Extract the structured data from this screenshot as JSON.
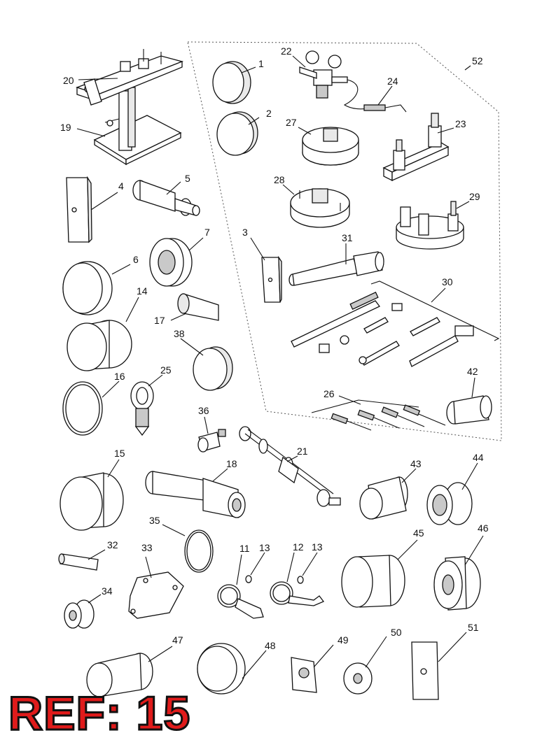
{
  "callouts": {
    "c1": "1",
    "c2": "2",
    "c3": "3",
    "c4": "4",
    "c5": "5",
    "c6": "6",
    "c7": "7",
    "c11": "11",
    "c12": "12",
    "c13a": "13",
    "c13b": "13",
    "c14": "14",
    "c15": "15",
    "c16": "16",
    "c17": "17",
    "c18": "18",
    "c19": "19",
    "c20": "20",
    "c21": "21",
    "c22": "22",
    "c23": "23",
    "c24": "24",
    "c25": "25",
    "c26": "26",
    "c27": "27",
    "c28": "28",
    "c29": "29",
    "c30": "30",
    "c31": "31",
    "c32": "32",
    "c33": "33",
    "c34": "34",
    "c35": "35",
    "c36": "36",
    "c38": "38",
    "c42": "42",
    "c43": "43",
    "c44": "44",
    "c45": "45",
    "c46": "46",
    "c47": "47",
    "c48": "48",
    "c49": "49",
    "c50": "50",
    "c51": "51",
    "c52": "52"
  },
  "ref_label": "REF: 15"
}
